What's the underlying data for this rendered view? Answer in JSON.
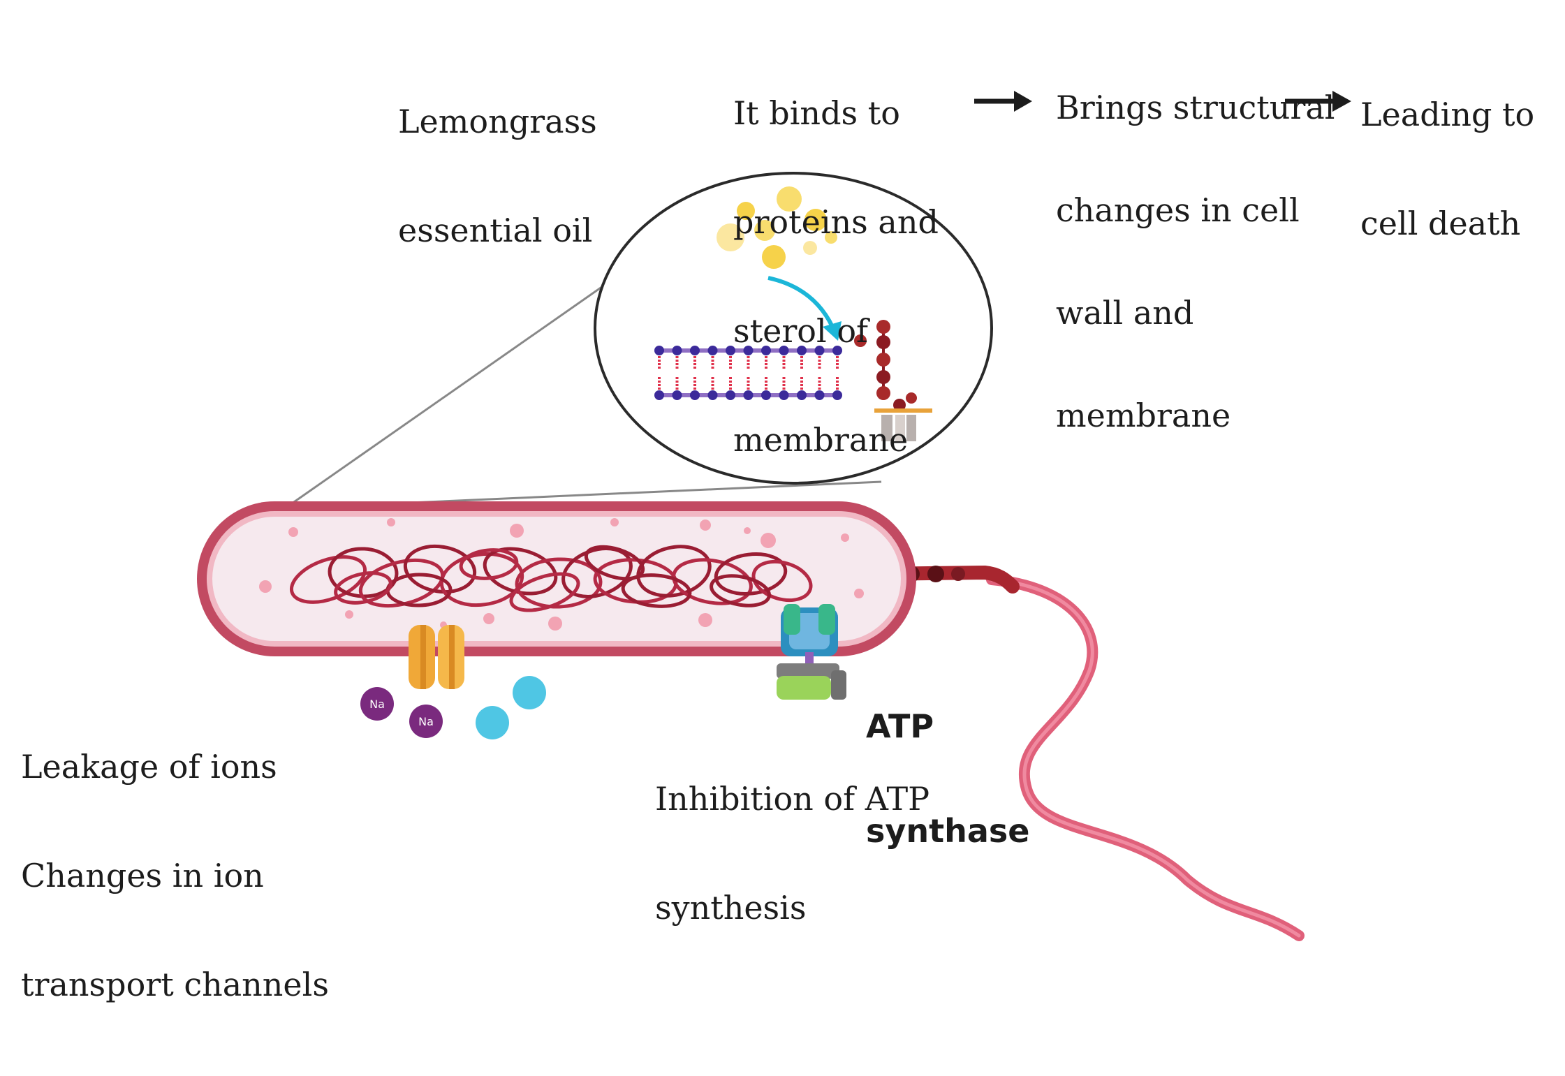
{
  "diagram": {
    "oil_label": [
      "Lemongrass",
      "essential oil"
    ],
    "step1": [
      "It binds to",
      "proteins and",
      "sterol of",
      "membrane"
    ],
    "step2": [
      "Brings structural",
      "changes in cell",
      "wall and",
      "membrane"
    ],
    "step3": [
      "Leading to",
      "cell death"
    ],
    "leakage": [
      "Leakage of ions",
      "Changes in ion",
      "transport channels"
    ],
    "atp_synthase": [
      "ATP",
      "synthase"
    ],
    "inhibition": [
      "Inhibition of ATP",
      "synthesis"
    ],
    "ion_symbol": "Na",
    "icons": [
      "oil-droplets-icon",
      "lipid-bilayer-icon",
      "membrane-protein-icon",
      "bacterium-icon",
      "ion-channel-icon",
      "atp-synthase-icon",
      "flagellum-icon",
      "sodium-ion-icon"
    ],
    "colors": {
      "cell_membrane": "#c24a62",
      "cytoplasm": "#f6e9ee",
      "dna": "#9a1d33",
      "flagellum": "#e0607a",
      "oil_droplet": "#f6d24a",
      "arrow_cyan": "#1bb6d8",
      "ion_purple": "#7a2a7e",
      "ion_cyan": "#4fc6e4",
      "channel_orange": "#f0a838"
    }
  }
}
